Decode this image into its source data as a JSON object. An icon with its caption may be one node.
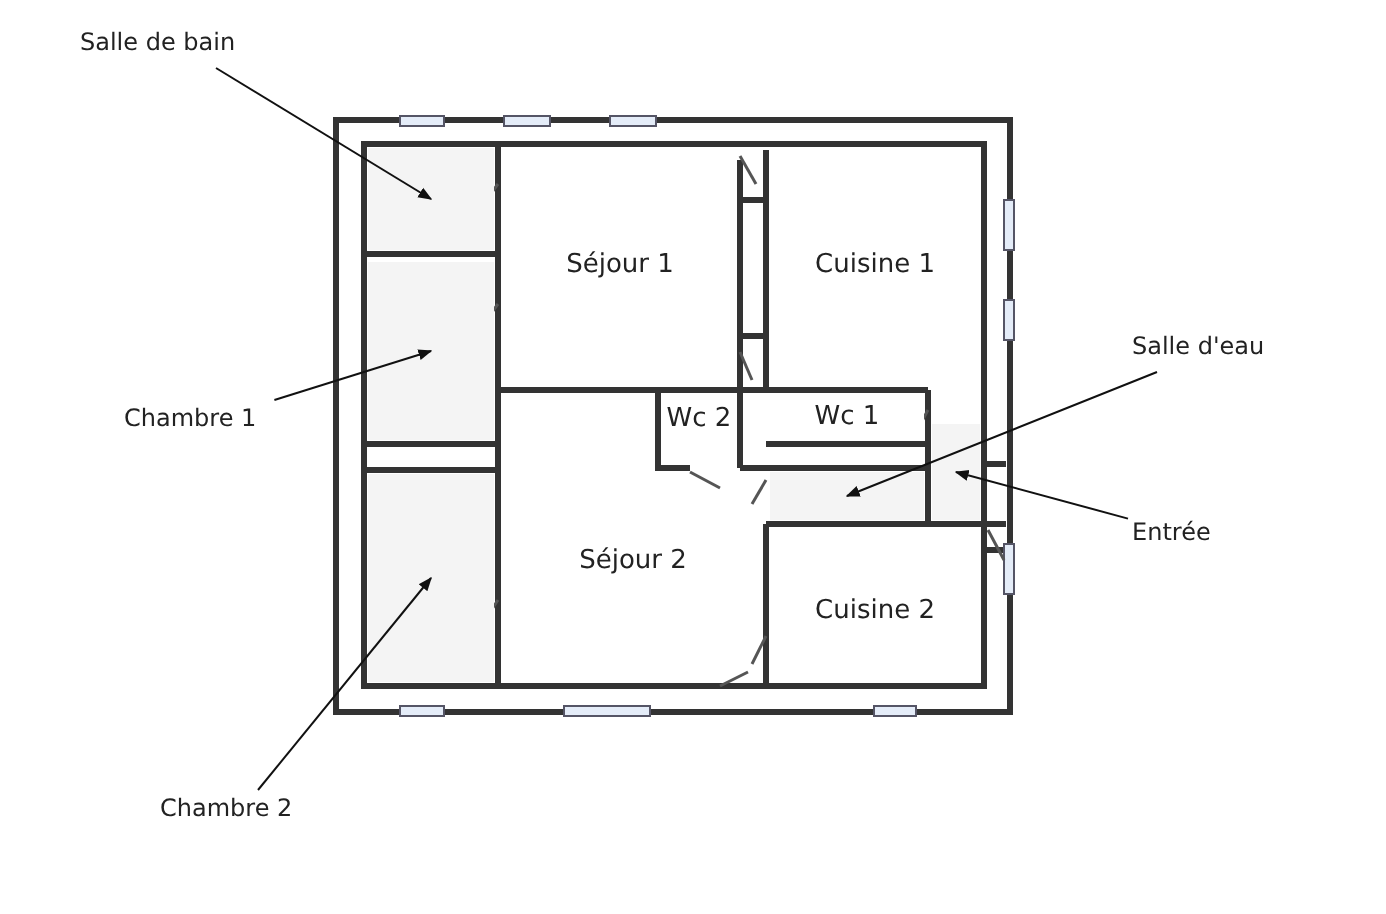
{
  "diagram": {
    "nodes": [
      {
        "text": [
          "Salle de bain"
        ]
      },
      {
        "text": [],
        "shape": "box"
      },
      {
        "text": [
          "Chambre 1"
        ]
      },
      {
        "text": [],
        "shape": "box"
      },
      {
        "text": [
          "Chambre 2"
        ]
      },
      {
        "text": [],
        "shape": "box"
      },
      {
        "text": [
          "Salle d'eau"
        ]
      },
      {
        "text": [],
        "shape": "box"
      },
      {
        "text": [
          "Entrée"
        ]
      },
      {
        "text": [],
        "shape": "box"
      },
      {
        "text": [
          "Séjour 1"
        ]
      },
      {
        "text": [
          "Cuisine 1"
        ]
      },
      {
        "text": [
          "Wc 2"
        ]
      },
      {
        "text": [
          "Wc 1"
        ]
      },
      {
        "text": [
          "Séjour 2"
        ]
      },
      {
        "text": [
          "Cuisine 2"
        ]
      }
    ],
    "edges": [
      {
        "from": 0,
        "to": 1,
        "arrow": "to"
      },
      {
        "from": 2,
        "to": 3,
        "arrow": "to"
      },
      {
        "from": 4,
        "to": 5,
        "arrow": "to"
      },
      {
        "from": 6,
        "to": 7,
        "arrow": "to"
      },
      {
        "from": 8,
        "to": 9,
        "arrow": "to"
      }
    ]
  }
}
